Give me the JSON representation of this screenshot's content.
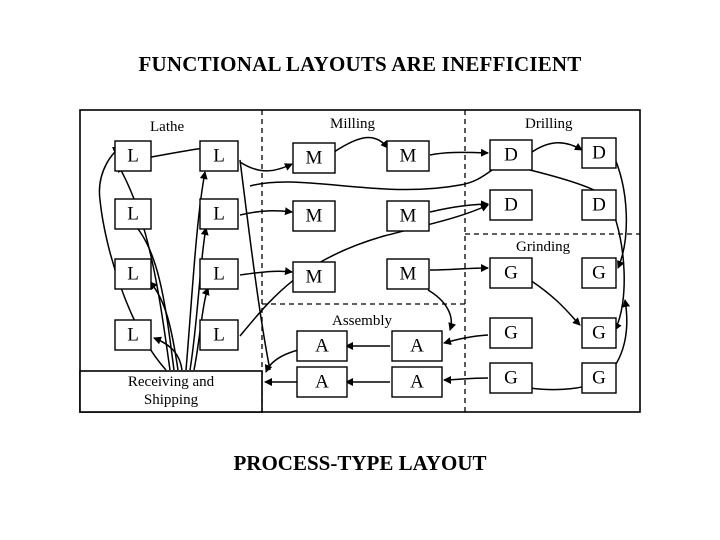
{
  "title": "FUNCTIONAL LAYOUTS ARE INEFFICIENT",
  "caption": "PROCESS-TYPE LAYOUT",
  "departments": {
    "lathe": "Lathe",
    "milling": "Milling",
    "drilling": "Drilling",
    "grinding": "Grinding",
    "assembly": "Assembly",
    "receiving_line1": "Receiving and",
    "receiving_line2": "Shipping"
  },
  "machines": {
    "lathe": [
      "L",
      "L",
      "L",
      "L",
      "L",
      "L",
      "L",
      "L"
    ],
    "milling": [
      "M",
      "M",
      "M",
      "M",
      "M",
      "M"
    ],
    "drilling": [
      "D",
      "D",
      "D",
      "D"
    ],
    "grinding": [
      "G",
      "G",
      "G",
      "G",
      "G",
      "G"
    ],
    "assembly": [
      "A",
      "A",
      "A",
      "A"
    ]
  }
}
